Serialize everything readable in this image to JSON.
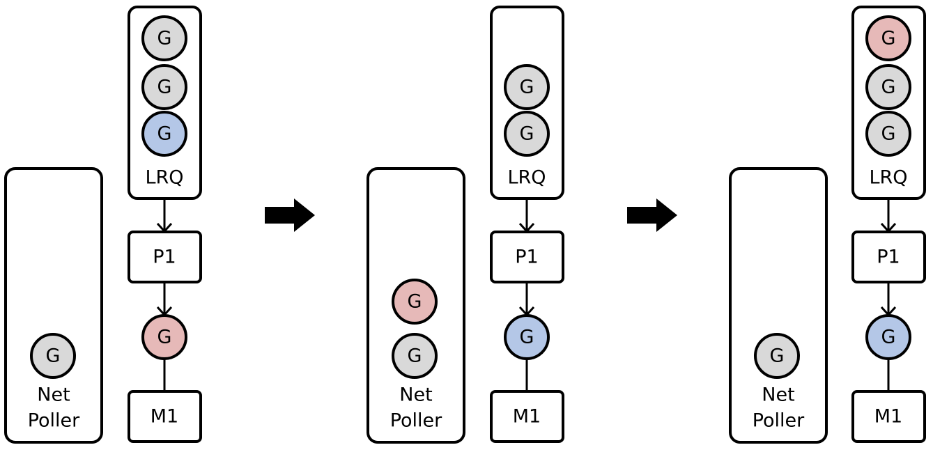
{
  "colors": {
    "gray": "#d9d9d9",
    "blue": "#b4c7e7",
    "pink": "#e6b9b8"
  },
  "labels": {
    "goroutine": "G",
    "lrq": "LRQ",
    "processor": "P1",
    "machine": "M1",
    "netpoller_line1": "Net",
    "netpoller_line2": "Poller"
  },
  "panels": [
    {
      "lrq": [
        "gray",
        "gray",
        "blue"
      ],
      "running": "pink",
      "netpoller": [
        "gray"
      ]
    },
    {
      "lrq": [
        null,
        "gray",
        "gray"
      ],
      "running": "blue",
      "netpoller": [
        "pink",
        "gray"
      ]
    },
    {
      "lrq": [
        "pink",
        "gray",
        "gray"
      ],
      "running": "blue",
      "netpoller": [
        "gray"
      ]
    }
  ],
  "transition_arrows": 2
}
